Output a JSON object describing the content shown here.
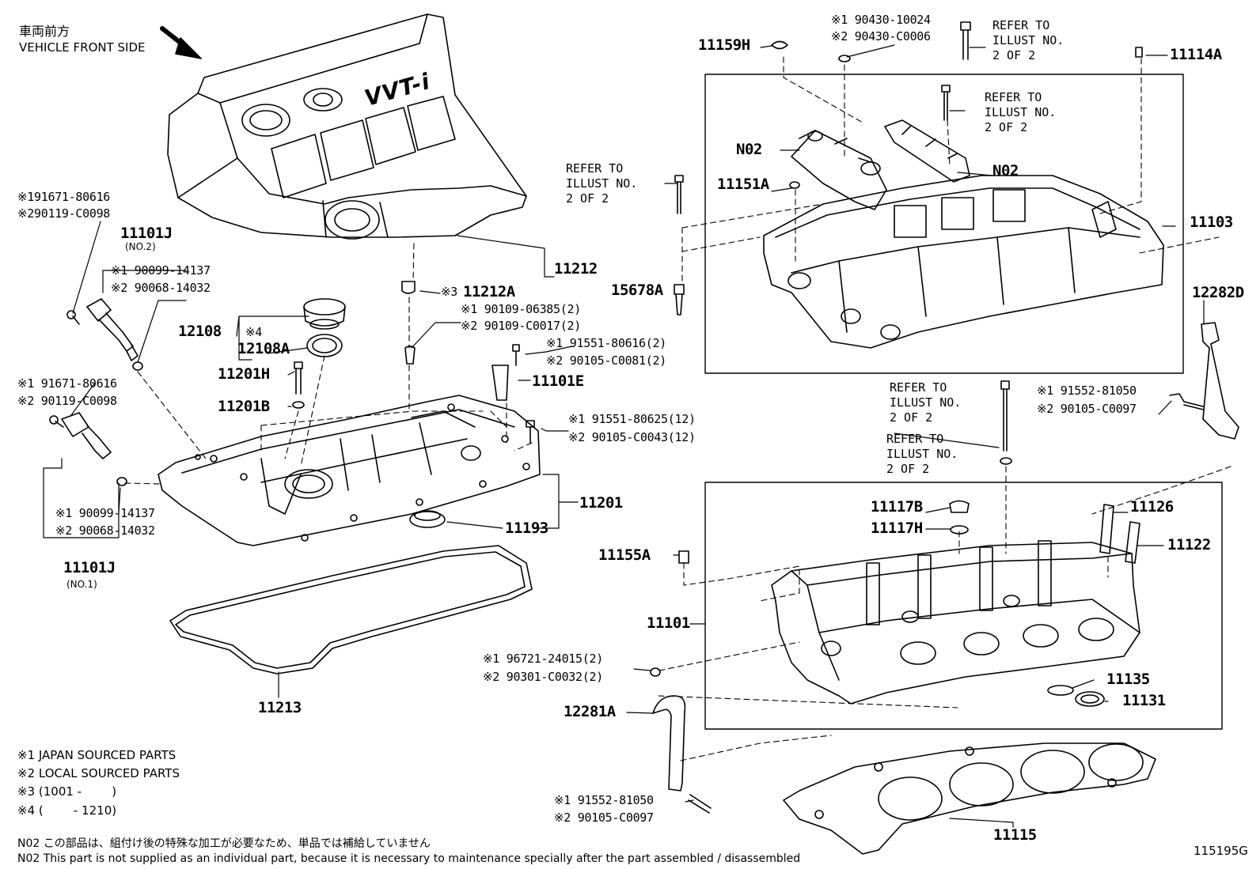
{
  "header": {
    "front_jp": "車両前方",
    "front_en": "VEHICLE FRONT SIDE",
    "cover_logo": "VVT-i"
  },
  "refer": {
    "r1": "REFER TO\nILLUST NO.\n2 OF 2",
    "r2": "REFER TO\nILLUST NO.\n2 OF 2",
    "r3": "REFER TO\nILLUST NO.\n2 OF 2",
    "r4": "REFER TO\nILLUST NO.\n2 OF 2",
    "r5": "REFER TO\nILLUST NO.\n2 OF 2"
  },
  "parts": {
    "p11212": "11212",
    "p11212A": "11212A",
    "p11212A_mark": "※3",
    "p12108": "12108",
    "p12108_mark": "※4",
    "p12108A": "12108A",
    "p11201H": "11201H",
    "p11201B": "11201B",
    "p11101E": "11101E",
    "p11201": "11201",
    "p11193": "11193",
    "p11213": "11213",
    "p11101J_top": "11101J",
    "p11101J_top_sub": "(NO.2)",
    "p11101J_bot": "11101J",
    "p11101J_bot_sub": "(NO.1)",
    "p11159H": "11159H",
    "p11114A": "11114A",
    "pN02_a": "N02",
    "pN02_b": "N02",
    "p11151A": "11151A",
    "p11103": "11103",
    "p15678A": "15678A",
    "p12282D": "12282D",
    "p11117B": "11117B",
    "p11117H": "11117H",
    "p11126": "11126",
    "p11122": "11122",
    "p11155A": "11155A",
    "p11101": "11101",
    "p11135": "11135",
    "p11131": "11131",
    "p12281A": "12281A",
    "p11115": "11115"
  },
  "codes": {
    "c1": "※191671-80616",
    "c2": "※290119-C0098",
    "c3": "※1 90099-14137",
    "c4": "※2 90068-14032",
    "c5": "※1 91671-80616",
    "c6": "※2 90119-C0098",
    "c7": "※1 90099-14137",
    "c8": "※2 90068-14032",
    "c9": "※1 90109-06385(2)",
    "c10": "※2 90109-C0017(2)",
    "c11": "※1 91551-80616(2)",
    "c12": "※2 90105-C0081(2)",
    "c13": "※1 91551-80625(12)",
    "c14": "※2 90105-C0043(12)",
    "c15": "※1 90430-10024",
    "c16": "※2 90430-C0006",
    "c17": "※1 91552-81050",
    "c18": "※2 90105-C0097",
    "c19": "※1 96721-24015(2)",
    "c20": "※2 90301-C0032(2)",
    "c21": "※1 91552-81050",
    "c22": "※2 90105-C0097"
  },
  "legend": {
    "l1": "※1 JAPAN SOURCED PARTS",
    "l2": "※2 LOCAL SOURCED PARTS",
    "l3": "※3 (1001 -        )",
    "l4": "※4 (        - 1210)"
  },
  "notes": {
    "jp": "N02  この部品は、組付け後の特殊な加工が必要なため、単品では補給していません",
    "en": "N02  This part is not supplied as an individual part, because it is necessary to maintenance specially after the part assembled / disassembled"
  },
  "footer": {
    "illus_code": "115195G"
  }
}
